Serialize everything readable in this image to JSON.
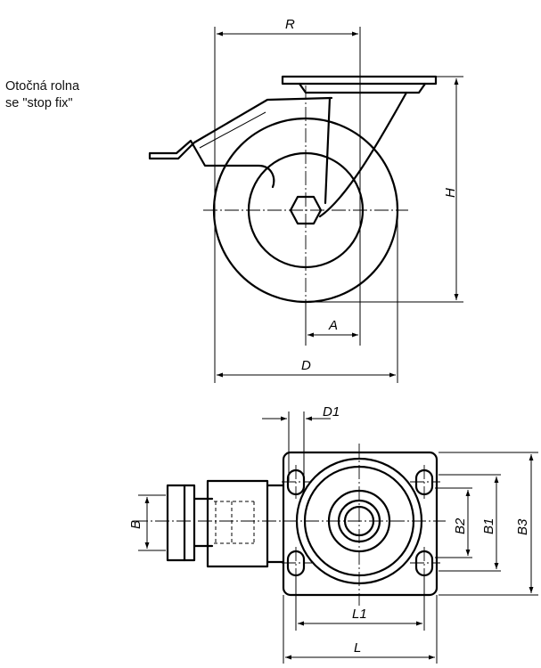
{
  "caption": {
    "line1": "Otočná rolna",
    "line2": "se \"stop fix\""
  },
  "labels": {
    "R": "R",
    "H": "H",
    "A": "A",
    "D": "D",
    "D1": "D1",
    "B": "B",
    "B1": "B1",
    "B2": "B2",
    "B3": "B3",
    "L": "L",
    "L1": "L1"
  }
}
